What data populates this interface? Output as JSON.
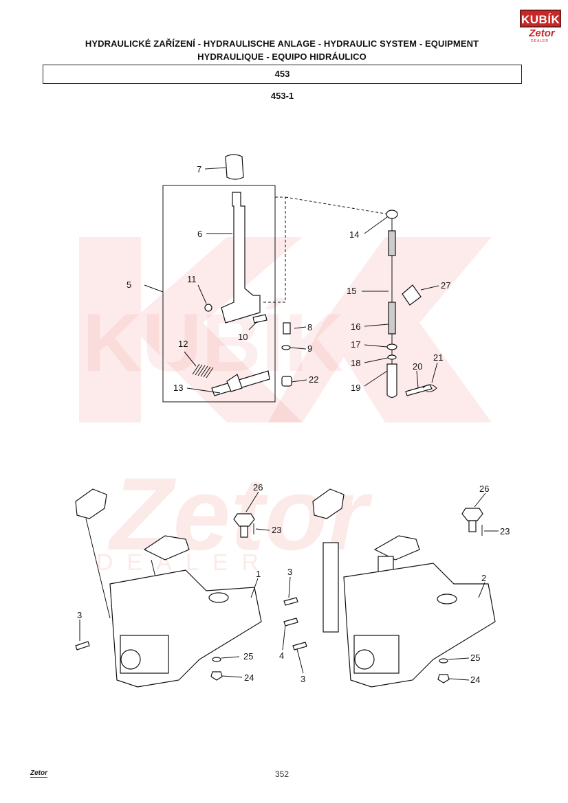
{
  "header": {
    "title_line1": "HYDRAULICKÉ ZAŘÍZENÍ - HYDRAULISCHE ANLAGE - HYDRAULIC SYSTEM - EQUIPMENT",
    "title_line2": "HYDRAULIQUE - EQUIPO HIDRÁULICO",
    "section_number": "453",
    "subsection_number": "453-1"
  },
  "logo": {
    "top_text": "KUBÍK",
    "brand": "Zetor",
    "dealer": "DEALER"
  },
  "watermark": {
    "text": "KUBÍK",
    "brand": "Zetor",
    "dealer": "DEALER"
  },
  "diagram": {
    "top_labels": [
      "7",
      "6",
      "5",
      "11",
      "10",
      "8",
      "9",
      "12",
      "13",
      "22",
      "14",
      "15",
      "27",
      "16",
      "17",
      "18",
      "19",
      "20",
      "21"
    ],
    "bottom_left_labels": [
      "26",
      "23",
      "1",
      "3",
      "25",
      "24"
    ],
    "bottom_right_labels": [
      "26",
      "23",
      "3",
      "2",
      "4",
      "3",
      "25",
      "24"
    ]
  },
  "footer": {
    "logo": "Zetor",
    "page_number": "352"
  },
  "colors": {
    "watermark": "#e53935",
    "logo_red": "#c62828"
  }
}
